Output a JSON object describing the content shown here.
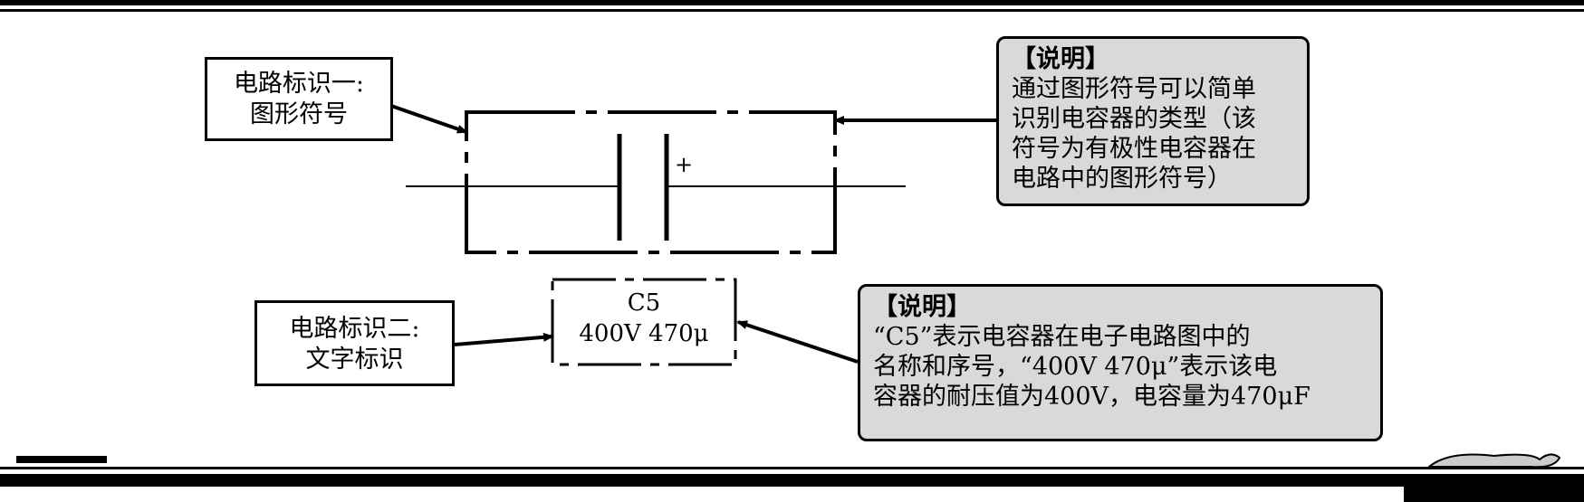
{
  "label_one": {
    "line1": "电路标识一:",
    "line2": "图形符号"
  },
  "label_two": {
    "line1": "电路标识二:",
    "line2": "文字标识"
  },
  "note_one": {
    "title": "【说明】",
    "lines": [
      "通过图形符号可以简单",
      "识别电容器的类型（该",
      "符号为有极性电容器在",
      "电路中的图形符号）"
    ]
  },
  "note_two": {
    "title": "【说明】",
    "lines": [
      "“C5”表示电容器在电子电路图中的",
      "名称和序号，“400V 470μ”表示该电",
      "容器的耐压值为400V，电容量为470μF"
    ]
  },
  "capacitor_symbol": {
    "polarity_mark": "+"
  },
  "text_label": {
    "name": "C5",
    "value": "400V 470μ"
  }
}
